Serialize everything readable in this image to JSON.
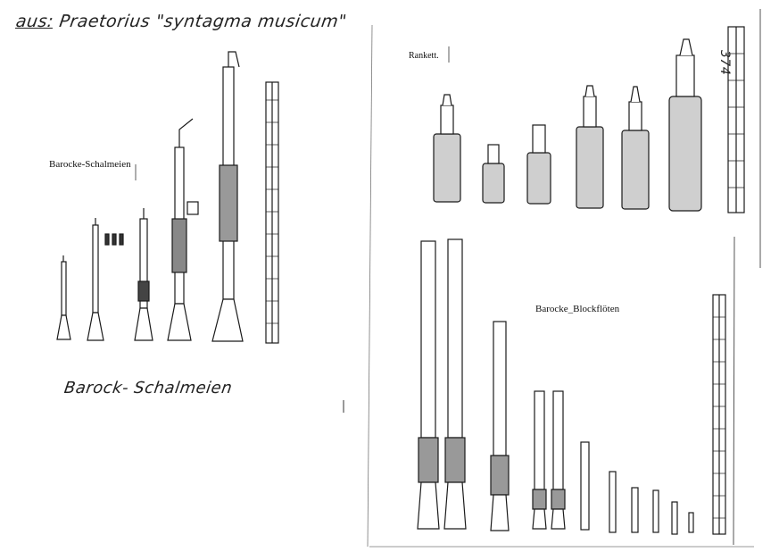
{
  "source_note": {
    "prefix": "aus:",
    "rest": " Praetorius \"syntagma musicum\""
  },
  "labels": {
    "schalmeien_print": "Barocke-Schalmeien",
    "schalmeien_hand": "Barock- Schalmeien",
    "rankett": "Rankett.",
    "blockfloeten": "Barocke_Blockflöten"
  },
  "page_number": "374",
  "colors": {
    "ink": "#1a1a1a",
    "paper": "#ffffff",
    "shade": "#555555"
  }
}
